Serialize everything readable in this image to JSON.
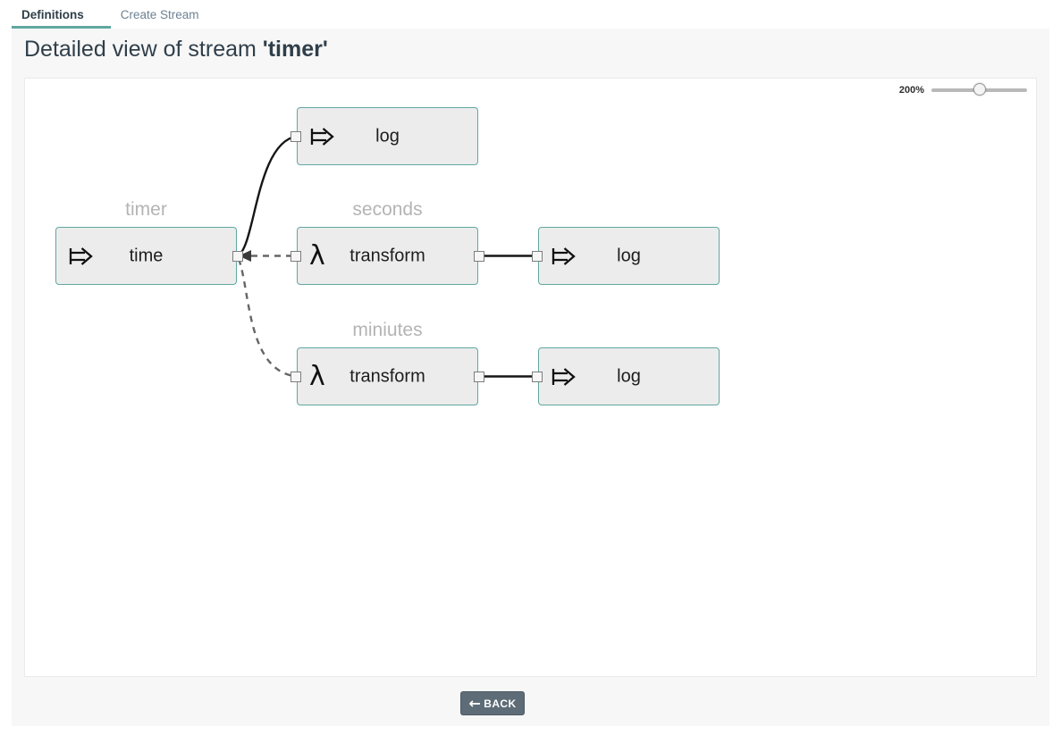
{
  "tabs": {
    "items": [
      {
        "label": "Definitions",
        "active": true
      },
      {
        "label": "Create Stream",
        "active": false
      }
    ]
  },
  "header": {
    "title_prefix": "Detailed view of stream ",
    "stream_name": "'timer'"
  },
  "canvas": {
    "zoom_label": "200%",
    "zoom_percent": 200
  },
  "diagram": {
    "lambda_glyph": "λ",
    "group_labels": [
      {
        "text": "timer"
      },
      {
        "text": "seconds"
      },
      {
        "text": "miniutes"
      }
    ],
    "nodes": [
      {
        "id": "log-tap",
        "label": "log",
        "icon": "mapsto-arrow"
      },
      {
        "id": "time",
        "label": "time",
        "icon": "mapsto-arrow",
        "group": "timer"
      },
      {
        "id": "transform-seconds",
        "label": "transform",
        "icon": "lambda",
        "group": "seconds"
      },
      {
        "id": "log-seconds",
        "label": "log",
        "icon": "mapsto-arrow"
      },
      {
        "id": "transform-minutes",
        "label": "transform",
        "icon": "lambda",
        "group": "miniutes"
      },
      {
        "id": "log-minutes",
        "label": "log",
        "icon": "mapsto-arrow"
      }
    ],
    "connections": [
      {
        "from": "time",
        "to": "log-tap",
        "style": "solid"
      },
      {
        "from": "time",
        "to": "transform-seconds",
        "style": "dashed"
      },
      {
        "from": "time",
        "to": "transform-minutes",
        "style": "dashed"
      },
      {
        "from": "transform-seconds",
        "to": "log-seconds",
        "style": "solid"
      },
      {
        "from": "transform-minutes",
        "to": "log-minutes",
        "style": "solid"
      }
    ]
  },
  "footer": {
    "back_label": "BACK",
    "back_arrow": "←"
  },
  "colors": {
    "accent_teal": "#5fa8a0",
    "node_fill": "#ececec",
    "node_border": "#5fa8a0",
    "panel_background": "#f7f7f8",
    "back_button": "#5d6c77",
    "dashed_link": "#666666",
    "solid_link": "#161616"
  }
}
